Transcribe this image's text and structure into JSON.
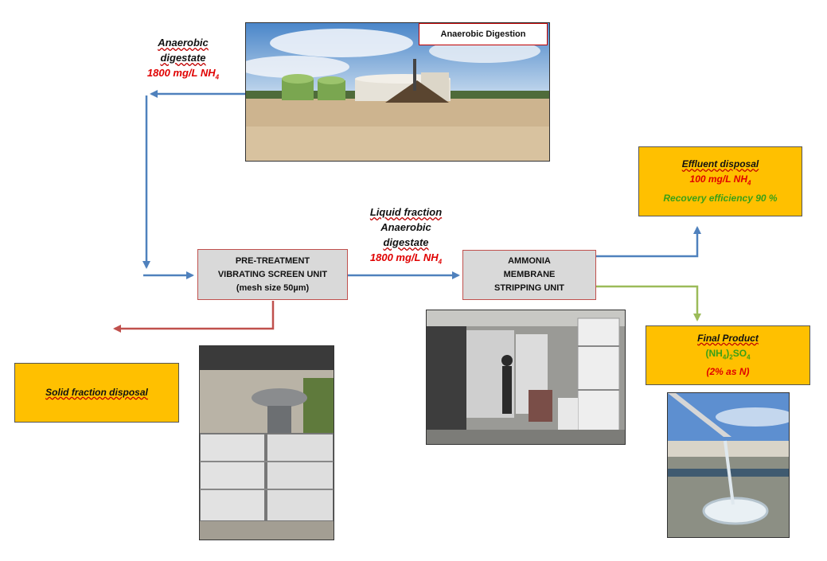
{
  "anaerobic_digestion": {
    "title": "Anaerobic Digestion"
  },
  "digestate_label": {
    "line1": "Anaerobic",
    "line2": "digestate",
    "conc": "1800 mg/L NH",
    "conc_sub": "4"
  },
  "liquid_label": {
    "line1": "Liquid fraction",
    "line2": "Anaerobic",
    "line3": "digestate",
    "conc": "1800 mg/L NH",
    "conc_sub": "4"
  },
  "pretreatment": {
    "line1": "PRE-TREATMENT",
    "line2": "VIBRATING SCREEN UNIT",
    "line3": "(mesh size 50µm)"
  },
  "stripping": {
    "line1": "AMMONIA",
    "line2": "MEMBRANE",
    "line3": "STRIPPING  UNIT"
  },
  "effluent": {
    "title": "Effluent disposal",
    "conc": "100 mg/L NH",
    "conc_sub": "4",
    "recovery": "Recovery efficiency 90 %"
  },
  "final_product": {
    "title": "Final Product",
    "formula_a": "(NH",
    "formula_sub1": "4",
    "formula_b": ")",
    "formula_sub2": "2",
    "formula_c": "SO",
    "formula_sub3": "4",
    "note": "(2% as N)"
  },
  "solid": {
    "title": "Solid fraction disposal"
  },
  "colors": {
    "blue_arrow": "#4f81bd",
    "red_arrow": "#c0504d",
    "green_arrow": "#9bbb59",
    "box_orange": "#ffc000",
    "box_grey": "#d9d9d9"
  }
}
